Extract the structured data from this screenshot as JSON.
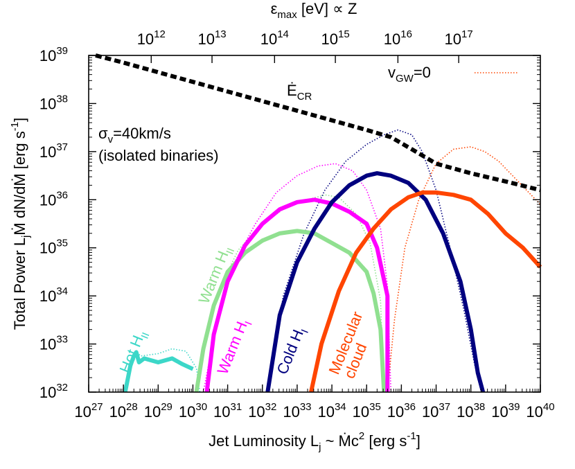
{
  "chart_data": {
    "type": "line",
    "title": "",
    "xlabel": {
      "base": "Jet Luminosity   L",
      "sub": "j",
      "mid": " ~ Ṁc",
      "sup": "2",
      "unit": " [erg s",
      "unit_sup": "-1",
      "end": "]"
    },
    "ylabel": {
      "base": "Total Power   L",
      "sub": "j",
      "mid": "Ṁ dN/dṀ [erg s",
      "sup": "-1",
      "end": "]"
    },
    "x2label": {
      "base": "ε",
      "sub": "max",
      "rest": " [eV] ∝ Z"
    },
    "xscale": "log",
    "yscale": "log",
    "xlim": [
      1e+27,
      1e+40
    ],
    "ylim": [
      1e+32,
      1e+39
    ],
    "x_ticks": [
      27,
      28,
      29,
      30,
      31,
      32,
      33,
      34,
      35,
      36,
      37,
      38,
      39,
      40
    ],
    "y_ticks": [
      32,
      33,
      34,
      35,
      36,
      37,
      38,
      39
    ],
    "x2_ticks": [
      12,
      13,
      14,
      15,
      16,
      17
    ],
    "x2_tick_positions_log_Lj": [
      28.8,
      30.55,
      32.35,
      34.1,
      35.9,
      37.65
    ],
    "tick_base": "10",
    "annotations": {
      "ecr": "Ė",
      "ecr_sub": "CR",
      "sigma": "σ",
      "sigma_sub": "v",
      "sigma_rest": "=40km/s",
      "isolated": "(isolated binaries)",
      "legend_label": "v",
      "legend_sub": "GW",
      "legend_rest": "=0"
    },
    "series": [
      {
        "name": "Hot H",
        "name_sub": "II",
        "color": "#3cd7c8",
        "style": "solid",
        "label_color": "#3cd7c8",
        "points": [
          [
            28.05,
            32.0
          ],
          [
            28.2,
            32.55
          ],
          [
            28.3,
            32.75
          ],
          [
            28.37,
            32.83
          ],
          [
            28.45,
            32.62
          ],
          [
            28.6,
            32.7
          ],
          [
            29.0,
            32.62
          ],
          [
            29.4,
            32.7
          ],
          [
            29.7,
            32.58
          ],
          [
            30.0,
            32.48
          ]
        ]
      },
      {
        "name": "Warm H",
        "name_sub": "II",
        "color": "#90e090",
        "style": "solid",
        "label_color": "#90e090",
        "points": [
          [
            30.1,
            32.0
          ],
          [
            30.3,
            32.9
          ],
          [
            30.6,
            33.8
          ],
          [
            31.0,
            34.5
          ],
          [
            31.5,
            34.9
          ],
          [
            32.0,
            35.15
          ],
          [
            32.5,
            35.3
          ],
          [
            33.0,
            35.35
          ],
          [
            33.5,
            35.3
          ],
          [
            34.0,
            35.1
          ],
          [
            34.5,
            34.9
          ],
          [
            35.0,
            34.5
          ],
          [
            35.2,
            34.05
          ],
          [
            35.4,
            33.3
          ],
          [
            35.5,
            32.0
          ]
        ]
      },
      {
        "name": "Warm H",
        "name_sub": "I",
        "color": "#ff00ff",
        "style": "solid",
        "label_color": "#ff00ff",
        "points": [
          [
            30.4,
            32.0
          ],
          [
            30.6,
            33.2
          ],
          [
            31.0,
            34.3
          ],
          [
            31.5,
            35.05
          ],
          [
            32.0,
            35.5
          ],
          [
            32.5,
            35.8
          ],
          [
            33.0,
            35.95
          ],
          [
            33.5,
            36.0
          ],
          [
            34.0,
            35.92
          ],
          [
            34.5,
            35.75
          ],
          [
            35.0,
            35.5
          ],
          [
            35.3,
            35.0
          ],
          [
            35.6,
            34.0
          ],
          [
            35.6,
            32.0
          ]
        ]
      },
      {
        "name": "Cold H",
        "name_sub": "I",
        "color": "#00007f",
        "style": "solid",
        "label_color": "#00007f",
        "points": [
          [
            32.15,
            32.0
          ],
          [
            32.5,
            33.6
          ],
          [
            33.0,
            34.7
          ],
          [
            33.5,
            35.4
          ],
          [
            34.0,
            35.95
          ],
          [
            34.5,
            36.3
          ],
          [
            35.0,
            36.5
          ],
          [
            35.3,
            36.55
          ],
          [
            35.7,
            36.5
          ],
          [
            36.2,
            36.35
          ],
          [
            36.7,
            36.0
          ],
          [
            37.2,
            35.3
          ],
          [
            37.7,
            34.3
          ],
          [
            38.0,
            33.3
          ],
          [
            38.2,
            32.4
          ],
          [
            38.35,
            32.0
          ]
        ]
      },
      {
        "name": "Molecular",
        "name2": "cloud",
        "color": "#ff4500",
        "style": "solid",
        "label_color": "#ff4500",
        "points": [
          [
            33.4,
            32.0
          ],
          [
            33.7,
            33.0
          ],
          [
            34.2,
            34.1
          ],
          [
            34.7,
            34.9
          ],
          [
            35.2,
            35.4
          ],
          [
            35.7,
            35.8
          ],
          [
            36.2,
            36.05
          ],
          [
            36.6,
            36.15
          ],
          [
            37.0,
            36.15
          ],
          [
            37.5,
            36.1
          ],
          [
            38.0,
            36.0
          ],
          [
            38.5,
            35.7
          ],
          [
            39.0,
            35.3
          ],
          [
            39.5,
            35.0
          ],
          [
            40.0,
            34.6
          ]
        ]
      },
      {
        "name": "Hot HII v_GW=0",
        "color": "#3cd7c8",
        "style": "dotted",
        "points": [
          [
            28.05,
            32.0
          ],
          [
            28.2,
            32.6
          ],
          [
            28.35,
            32.85
          ],
          [
            28.5,
            32.75
          ],
          [
            29.0,
            32.8
          ],
          [
            29.4,
            32.9
          ],
          [
            29.8,
            32.85
          ],
          [
            30.1,
            32.5
          ],
          [
            30.2,
            32.0
          ]
        ]
      },
      {
        "name": "Warm HII v_GW=0",
        "color": "#90e090",
        "style": "dotted",
        "points": [
          [
            30.1,
            32.0
          ],
          [
            30.4,
            33.2
          ],
          [
            30.8,
            34.2
          ],
          [
            31.3,
            34.95
          ],
          [
            32.0,
            35.5
          ],
          [
            32.7,
            35.85
          ],
          [
            33.3,
            36.0
          ],
          [
            33.8,
            36.1
          ],
          [
            34.2,
            36.05
          ],
          [
            34.7,
            35.7
          ],
          [
            35.1,
            35.1
          ],
          [
            35.4,
            33.9
          ],
          [
            35.5,
            32.0
          ]
        ]
      },
      {
        "name": "Warm HI v_GW=0",
        "color": "#ff00ff",
        "style": "dotted",
        "points": [
          [
            30.3,
            32.0
          ],
          [
            30.7,
            33.5
          ],
          [
            31.2,
            34.7
          ],
          [
            31.8,
            35.5
          ],
          [
            32.4,
            36.15
          ],
          [
            33.0,
            36.5
          ],
          [
            33.6,
            36.7
          ],
          [
            34.1,
            36.75
          ],
          [
            34.6,
            36.6
          ],
          [
            35.0,
            36.2
          ],
          [
            35.4,
            35.4
          ],
          [
            35.6,
            34.2
          ],
          [
            35.7,
            32.0
          ]
        ]
      },
      {
        "name": "Cold HI v_GW=0",
        "color": "#00007f",
        "style": "dotted",
        "points": [
          [
            32.15,
            32.0
          ],
          [
            32.6,
            34.0
          ],
          [
            33.2,
            35.3
          ],
          [
            33.8,
            36.2
          ],
          [
            34.4,
            36.8
          ],
          [
            35.0,
            37.15
          ],
          [
            35.5,
            37.35
          ],
          [
            35.9,
            37.45
          ],
          [
            36.3,
            37.35
          ],
          [
            36.6,
            37.0
          ],
          [
            37.0,
            36.2
          ],
          [
            37.4,
            35.0
          ],
          [
            37.8,
            33.7
          ],
          [
            38.1,
            32.6
          ],
          [
            38.3,
            32.0
          ]
        ]
      },
      {
        "name": "Molecular cloud v_GW=0",
        "color": "#ff4500",
        "style": "dotted",
        "points": [
          [
            35.6,
            32.0
          ],
          [
            35.8,
            33.5
          ],
          [
            36.1,
            35.0
          ],
          [
            36.5,
            36.0
          ],
          [
            37.0,
            36.75
          ],
          [
            37.5,
            37.05
          ],
          [
            38.0,
            37.1
          ],
          [
            38.4,
            37.0
          ],
          [
            38.8,
            36.8
          ],
          [
            39.2,
            36.5
          ],
          [
            39.6,
            36.2
          ],
          [
            40.0,
            35.9
          ]
        ]
      },
      {
        "name": "E_CR",
        "color": "#000000",
        "style": "dashed",
        "points": [
          [
            27.2,
            39.0
          ],
          [
            28.0,
            38.85
          ],
          [
            29.0,
            38.65
          ],
          [
            30.0,
            38.45
          ],
          [
            31.0,
            38.25
          ],
          [
            32.0,
            38.05
          ],
          [
            33.0,
            37.85
          ],
          [
            34.0,
            37.65
          ],
          [
            35.0,
            37.45
          ],
          [
            35.7,
            37.3
          ],
          [
            36.3,
            37.05
          ],
          [
            37.0,
            36.75
          ],
          [
            38.0,
            36.55
          ],
          [
            39.0,
            36.38
          ],
          [
            40.0,
            36.2
          ]
        ]
      }
    ],
    "legend": {
      "position": "top-right"
    },
    "grid": false
  }
}
